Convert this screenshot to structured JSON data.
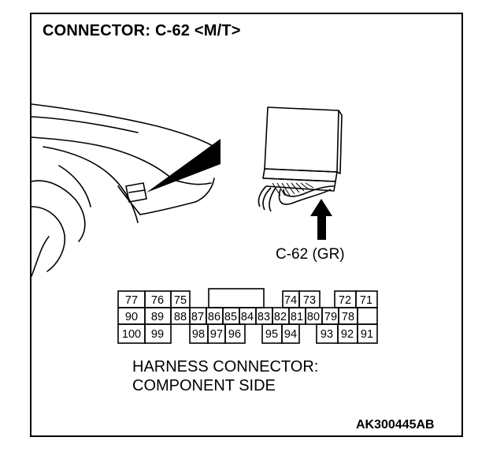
{
  "title": "CONNECTOR: C-62 <M/T>",
  "connector_label": "C-62 (GR)",
  "caption_line1": "HARNESS CONNECTOR:",
  "caption_line2": "COMPONENT SIDE",
  "figure_code": "AK300445AB",
  "pins": {
    "row1": [
      "77",
      "76",
      "75",
      "74",
      "73",
      "72",
      "71"
    ],
    "row2": [
      "90",
      "89",
      "88",
      "87",
      "86",
      "85",
      "84",
      "83",
      "82",
      "81",
      "80",
      "79",
      "78"
    ],
    "row3": [
      "100",
      "99",
      "98",
      "97",
      "96",
      "95",
      "94",
      "93",
      "92",
      "91"
    ]
  }
}
